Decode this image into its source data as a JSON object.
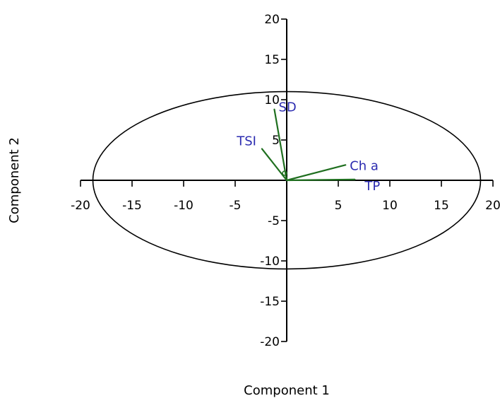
{
  "chart_data": {
    "type": "biplot",
    "xlabel": "Component 1",
    "ylabel": "Component 2",
    "xlim": [
      -20,
      20
    ],
    "ylim": [
      -20,
      20
    ],
    "x_ticks": [
      -20,
      -15,
      -10,
      -5,
      5,
      10,
      15,
      20
    ],
    "y_ticks": [
      20,
      15,
      10,
      5,
      -5,
      -10,
      -15,
      -20
    ],
    "grid": false,
    "ellipse": {
      "cx": 0,
      "cy": 0,
      "rx": 18.8,
      "ry": 11
    },
    "vectors": [
      {
        "name": "SD",
        "x": -1.2,
        "y": 8.8
      },
      {
        "name": "TSI",
        "x": -2.4,
        "y": 3.9
      },
      {
        "name": "Ch a",
        "x": 5.7,
        "y": 1.9
      },
      {
        "name": "TP",
        "x": 6.6,
        "y": 0.1
      }
    ],
    "colors": {
      "vector": "#1f6f1f",
      "label": "#2b2bb0",
      "axis": "#000000"
    }
  }
}
